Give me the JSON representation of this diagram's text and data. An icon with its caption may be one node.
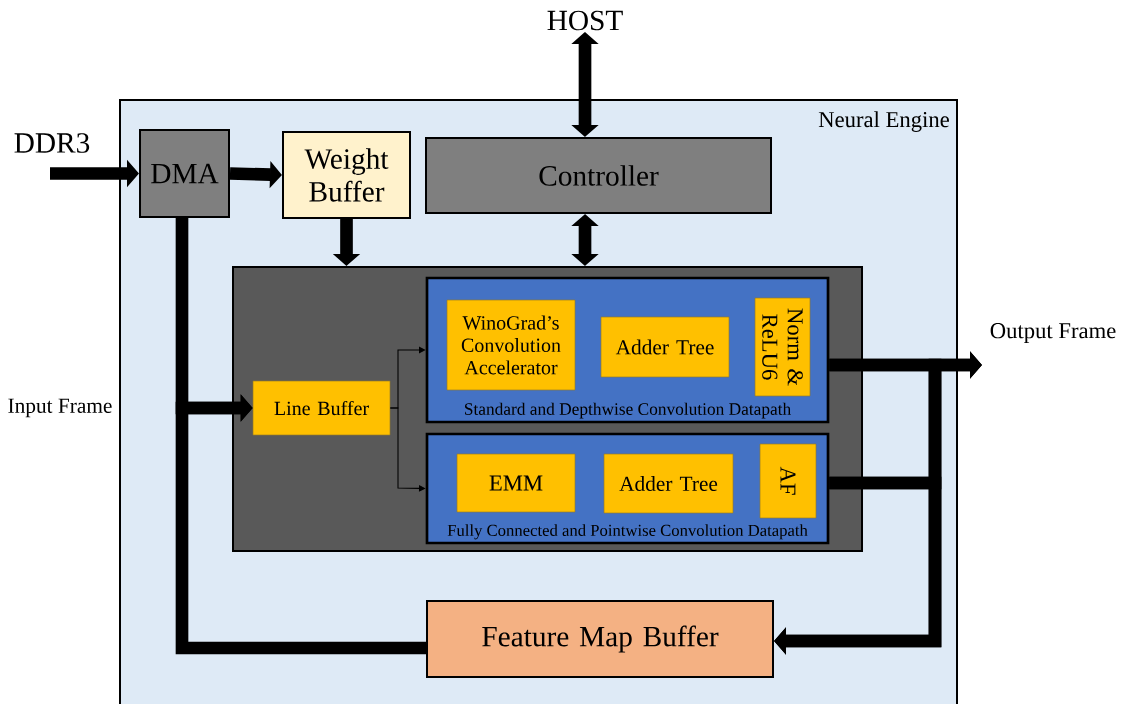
{
  "diagram": {
    "nodes": [
      {
        "text": [
          "Neural Engine"
        ]
      },
      {
        "text": [
          "HOST"
        ]
      },
      {
        "text": [
          "DMA"
        ],
        "in": 0
      },
      {
        "text": [
          "Weight Buffer"
        ],
        "in": 0
      },
      {
        "text": [
          "Controller"
        ],
        "in": 0
      },
      {
        "text": [],
        "shape": "box",
        "in": 0
      },
      {
        "text": [
          "Standard and Depthwise Convolution Datapath"
        ],
        "in": 5
      },
      {
        "text": [
          "WinoGrad’s Convolution Accelerator"
        ],
        "in": 6
      },
      {
        "text": [
          "Adder Tree"
        ],
        "in": 6
      },
      {
        "text": [
          "Norm & ReLU6"
        ],
        "in": 6
      },
      {
        "text": [
          "Line Buffer"
        ],
        "in": 5
      },
      {
        "text": [
          "Fully Connected and Pointwise Convolution Datapath"
        ],
        "in": 5
      },
      {
        "text": [
          "EMM"
        ],
        "in": 11
      },
      {
        "text": [
          "Adder Tree"
        ],
        "in": 11
      },
      {
        "text": [
          "AF"
        ],
        "in": 11
      },
      {
        "text": [
          "Feature Map Buffer"
        ],
        "in": 0
      }
    ],
    "edges": [
      {
        "from": 1,
        "to": 4,
        "arrow": "both"
      },
      {
        "from": null,
        "to": 2,
        "arrow": "to",
        "label": "DDR3"
      },
      {
        "from": 2,
        "to": 3,
        "arrow": "to"
      },
      {
        "from": 3,
        "to": 5,
        "arrow": "to"
      },
      {
        "from": 4,
        "to": 5,
        "arrow": "both"
      },
      {
        "from": 2,
        "to": 10,
        "arrow": "to",
        "label": "Input Frame"
      },
      {
        "from": 15,
        "to": 10,
        "arrow": "to"
      },
      {
        "from": 10,
        "to": 6,
        "arrow": "to"
      },
      {
        "from": 10,
        "to": 11,
        "arrow": "to"
      },
      {
        "from": 6,
        "to": null,
        "arrow": "to",
        "label": "Output Frame"
      },
      {
        "from": 11,
        "to": null,
        "arrow": "to"
      },
      {
        "from": 6,
        "to": 15,
        "arrow": "to"
      },
      {
        "from": 11,
        "to": 15,
        "arrow": "to"
      }
    ]
  }
}
